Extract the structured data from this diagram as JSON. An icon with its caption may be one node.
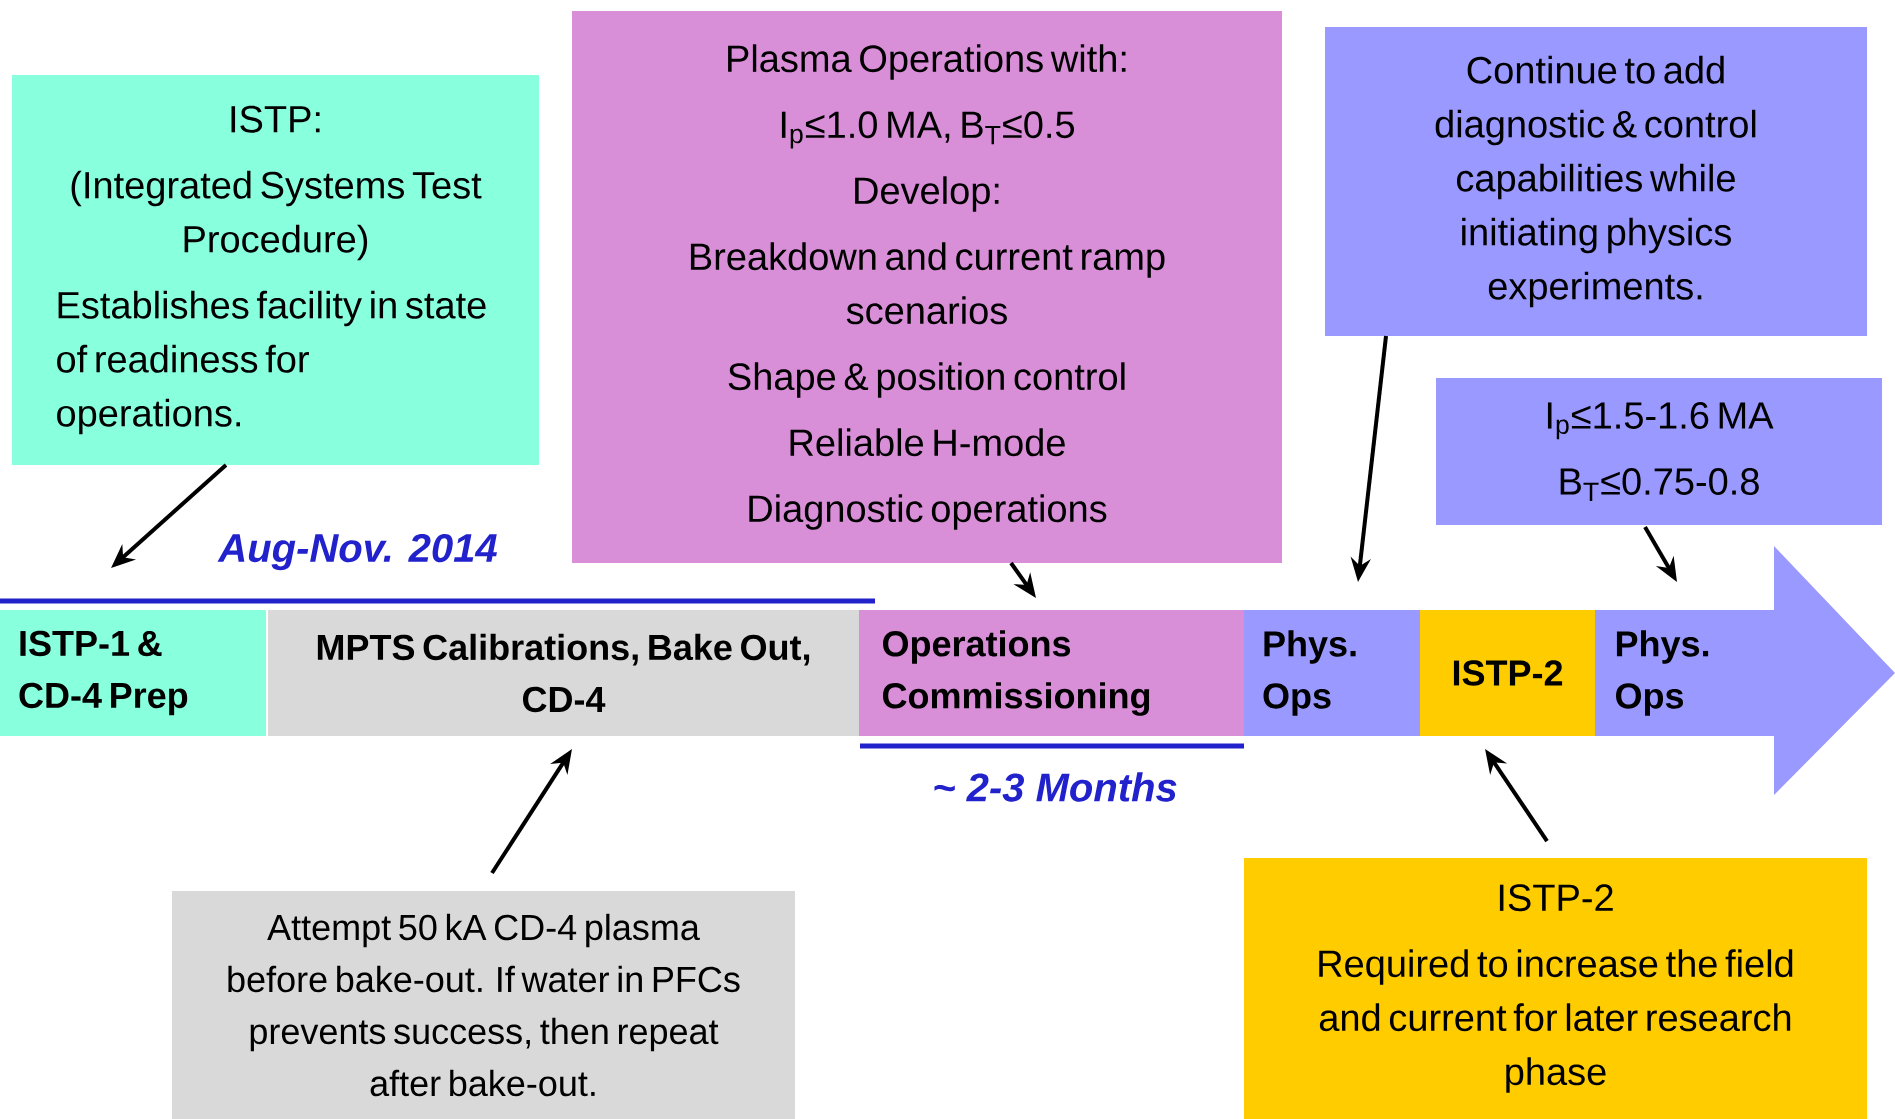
{
  "diagram": {
    "nodes": [
      {
        "text": [
          "ISTP:",
          "(Integrated Systems Test Procedure)",
          "Establishes facility in state of readiness for operations."
        ]
      },
      {
        "text": [
          "Plasma Operations with:",
          "I$_{p}$≤1.0 MA, B$_{T}$≤0.5",
          "Develop:",
          "Breakdown and current ramp scenarios",
          "Shape & position control",
          "Reliable H-mode",
          "Diagnostic operations"
        ]
      },
      {
        "text": [
          "Continue to add diagnostic & control capabilities while initiating physics experiments."
        ]
      },
      {
        "text": [
          "I$_{p}$≤1.5-1.6 MA",
          "B$_{T}$≤0.75-0.8"
        ]
      },
      {
        "text": [
          "ISTP-1 & CD-4 Prep"
        ]
      },
      {
        "text": [
          "MPTS Calibrations, Bake Out, CD-4"
        ]
      },
      {
        "text": [
          "Operations Commissioning"
        ]
      },
      {
        "text": [
          "Phys. Ops"
        ]
      },
      {
        "text": [
          "ISTP-2"
        ]
      },
      {
        "text": [
          "Phys. Ops"
        ]
      },
      {
        "text": [
          "Attempt 50 kA CD-4 plasma before bake-out. If water in PFCs prevents success, then repeat after bake-out."
        ]
      },
      {
        "text": [
          "ISTP-2",
          "Required to increase the field and current for later research phase"
        ]
      }
    ],
    "edges": [
      {
        "from": 0,
        "to": 4,
        "arrow": "to"
      },
      {
        "from": 1,
        "to": 6,
        "arrow": "to"
      },
      {
        "from": 2,
        "to": 7,
        "arrow": "to"
      },
      {
        "from": 3,
        "to": 9,
        "arrow": "to"
      },
      {
        "from": 10,
        "to": 5,
        "arrow": "to"
      },
      {
        "from": 11,
        "to": 8,
        "arrow": "to"
      }
    ],
    "labels": [
      "Aug-Nov. 2014",
      "~ 2-3 Months"
    ]
  }
}
